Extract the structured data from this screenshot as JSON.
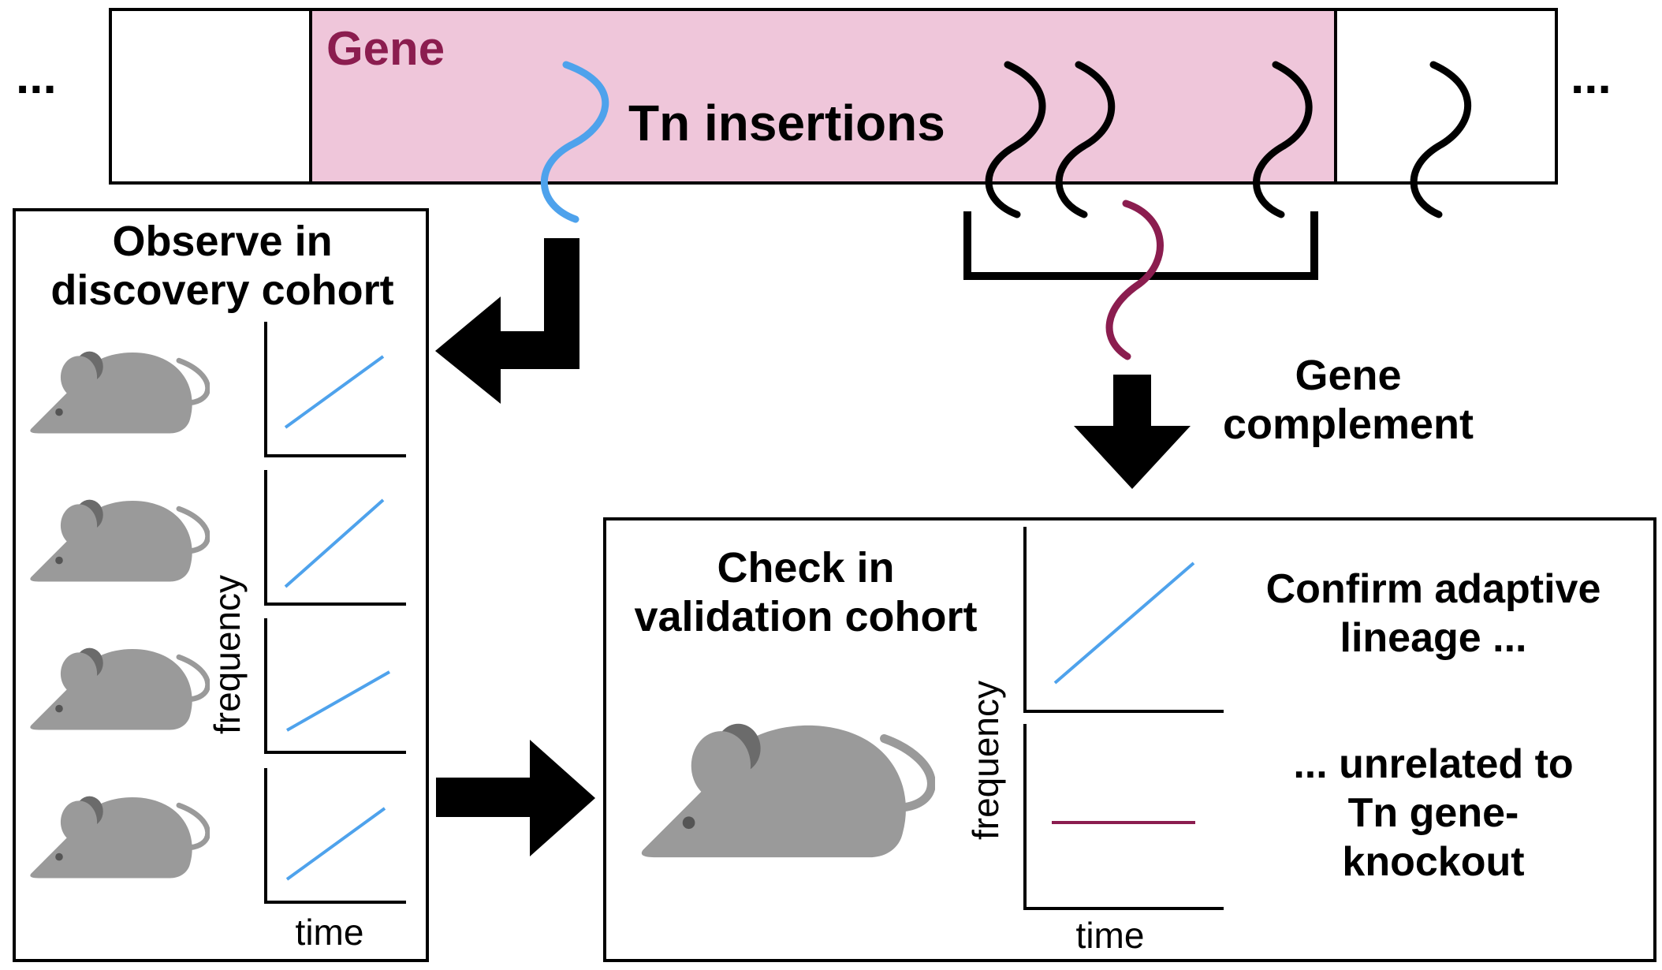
{
  "colors": {
    "gene_fill": "#efc6da",
    "gene_text": "#8b1d4f",
    "adaptive_line": "#4ea2ec",
    "complement_line": "#8b1d4f",
    "mouse_body": "#9a9a9a",
    "mouse_ear_inner": "#6b6b6b",
    "mouse_eye": "#555555",
    "outline": "#000000"
  },
  "genome_track": {
    "left_ellipsis": "...",
    "right_ellipsis": "...",
    "gene_label": "Gene",
    "insertions_label": "Tn insertions"
  },
  "discovery": {
    "title_line1": "Observe in",
    "title_line2": "discovery cohort",
    "ylabel": "frequency",
    "xlabel": "time",
    "panel_count": 4
  },
  "complement": {
    "label_line1": "Gene",
    "label_line2": "complement"
  },
  "validation": {
    "title_line1": "Check in",
    "title_line2": "validation cohort",
    "ylabel": "frequency",
    "xlabel": "time",
    "confirm_line1": "Confirm adaptive",
    "confirm_line2": "lineage ...",
    "unrelated_line1": "... unrelated to",
    "unrelated_line2": "Tn gene-",
    "unrelated_line3": "knockout"
  }
}
